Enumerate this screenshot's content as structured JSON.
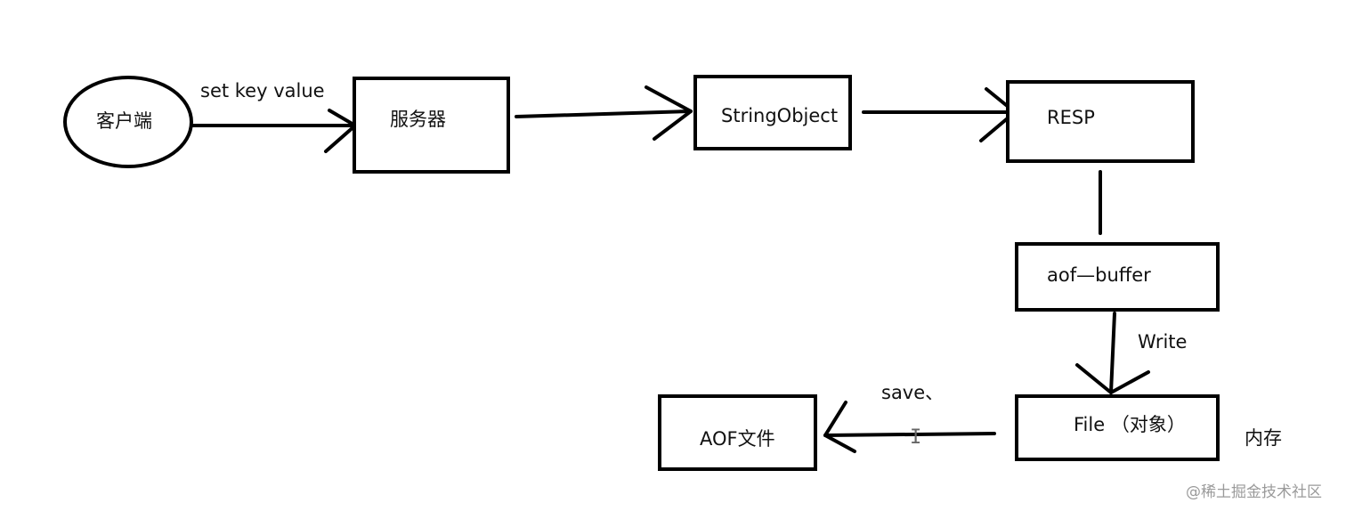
{
  "nodes": {
    "client": "客户端",
    "server": "服务器",
    "string_object": "StringObject",
    "resp": "RESP",
    "aof_buffer": "aof—buffer",
    "file_object": "File （对象）",
    "aof_file": "AOF文件"
  },
  "edge_labels": {
    "set_key_value": "set key value",
    "write": "Write",
    "save": "save、"
  },
  "annotations": {
    "memory": "内存"
  },
  "watermark": "@稀土掘金技术社区",
  "colors": {
    "stroke": "#000000",
    "background": "#ffffff",
    "watermark": "#9a9a9a"
  }
}
